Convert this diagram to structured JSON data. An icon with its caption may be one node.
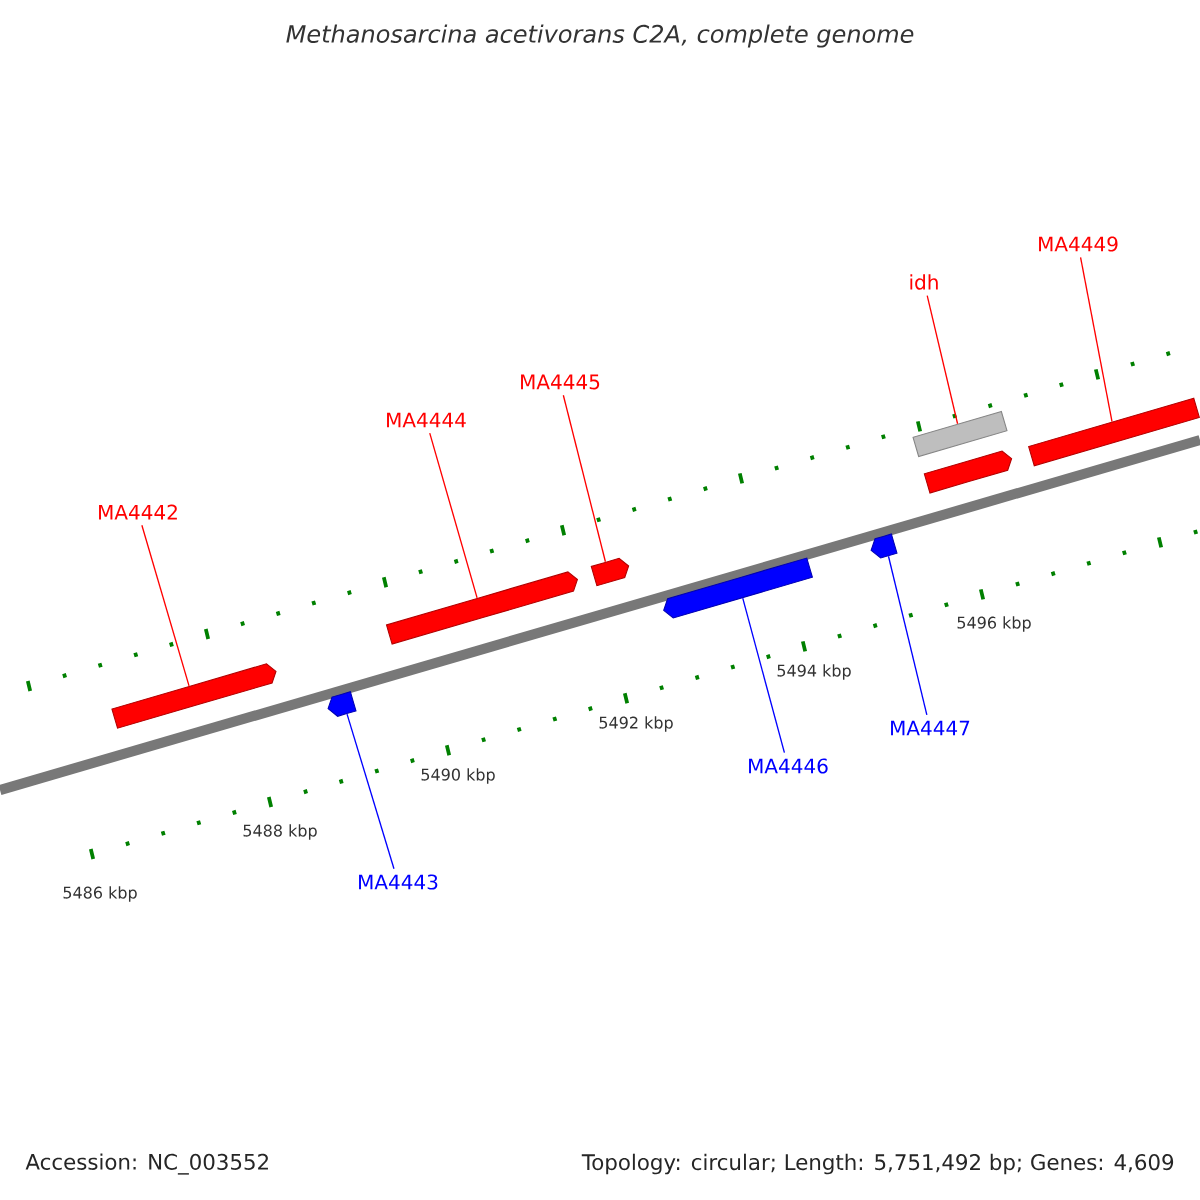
{
  "diagram": {
    "title": "Methanosarcina acetivorans C2A, complete genome",
    "nodes": [
      {
        "text": [
          "MA4442"
        ]
      },
      {
        "text": [
          "MA4444"
        ]
      },
      {
        "text": [
          "MA4445"
        ]
      },
      {
        "text": [
          "idh"
        ]
      },
      {
        "text": [
          "MA4449"
        ]
      },
      {
        "text": [
          "MA4443"
        ]
      },
      {
        "text": [
          "MA4446"
        ]
      },
      {
        "text": [
          "MA4447"
        ]
      },
      {
        "text": [],
        "shape": "bar"
      },
      {
        "text": [],
        "shape": "bar"
      },
      {
        "text": [],
        "shape": "bar"
      },
      {
        "text": [],
        "shape": "bar"
      },
      {
        "text": [],
        "shape": "bar"
      },
      {
        "text": [],
        "shape": "bar"
      },
      {
        "text": [],
        "shape": "bar"
      },
      {
        "text": [],
        "shape": "bar"
      },
      {
        "text": [],
        "shape": "bar"
      }
    ],
    "edges": [
      {
        "from": 0,
        "to": 8,
        "arrow": "none"
      },
      {
        "from": 1,
        "to": 9,
        "arrow": "none"
      },
      {
        "from": 2,
        "to": 10,
        "arrow": "none"
      },
      {
        "from": 3,
        "to": 11,
        "arrow": "none"
      },
      {
        "from": 4,
        "to": 13,
        "arrow": "none"
      },
      {
        "from": 5,
        "to": 14,
        "arrow": "none",
        "color": "#0000ff"
      },
      {
        "from": 6,
        "to": 15,
        "arrow": "none",
        "color": "#0000ff"
      },
      {
        "from": 7,
        "to": 16,
        "arrow": "none",
        "color": "#0000ff"
      }
    ],
    "labels": [
      "5486 kbp",
      "5488 kbp",
      "5490 kbp",
      "5492 kbp",
      "5494 kbp",
      "5496 kbp",
      "Accession: NC_003552",
      "Topology: circular; Length: 5,751,492 bp; Genes: 4,609"
    ]
  }
}
